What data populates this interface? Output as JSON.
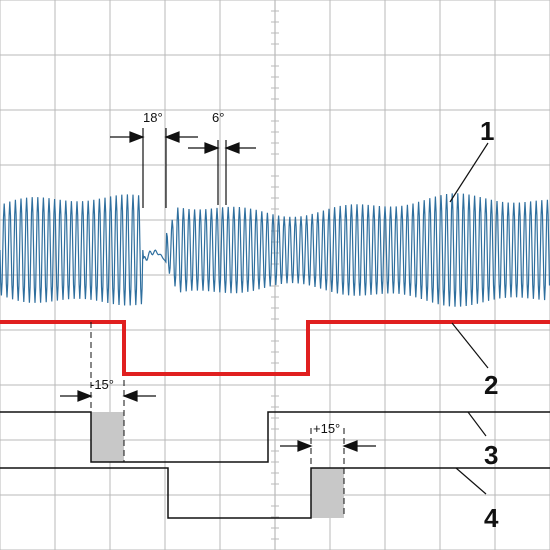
{
  "colors": {
    "grid": "#b9b9b9",
    "signal": "#2f6f9e",
    "reference": "#e01f1f",
    "trace": "#111111",
    "shade": "#c8c8c8"
  },
  "angles": {
    "gap": "18°",
    "tooth": "6°",
    "advance": "-15°",
    "retard": "+15°"
  },
  "callouts": {
    "c1": "1",
    "c2": "2",
    "c3": "3",
    "c4": "4"
  }
}
